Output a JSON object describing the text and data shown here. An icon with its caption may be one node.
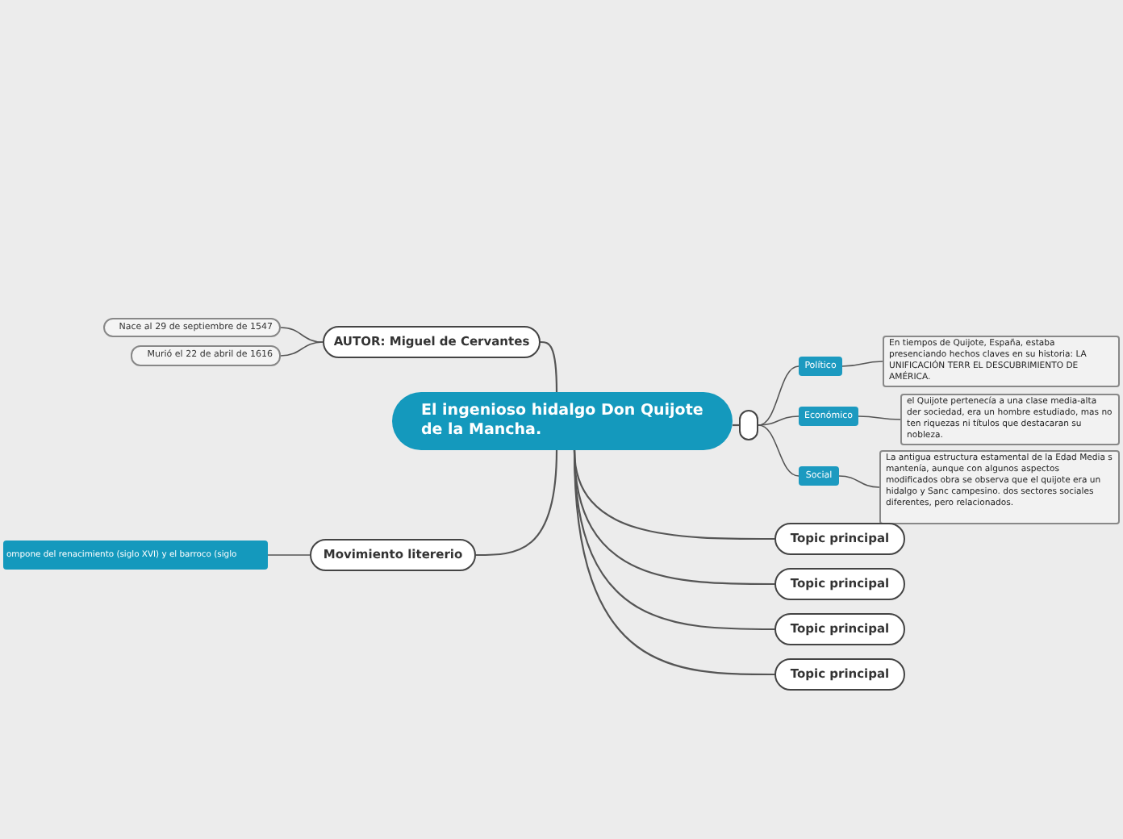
{
  "diagram": {
    "nodes": [
      {
        "text": [
          "El ingenioso hidalgo Don Quijote de la Mancha."
        ]
      },
      {
        "text": [
          "AUTOR: Miguel de Cervantes"
        ]
      },
      {
        "text": [
          "Nace al 29 de septiembre de 1547"
        ]
      },
      {
        "text": [
          "Murió el 22 de abril de 1616"
        ]
      },
      {
        "text": [
          "Movimiento litererio"
        ]
      },
      {
        "text": [
          "ompone del renacimiento (siglo XVI) y el barroco (siglo"
        ]
      },
      {
        "text": [],
        "shape": "box"
      },
      {
        "text": [
          "Político"
        ]
      },
      {
        "text": [
          "En tiempos de Quijote, España, estaba presenciando hechos claves en su historia: LA UNIFICACIÓN TERR EL DESCUBRIMIENTO DE AMÉRICA."
        ]
      },
      {
        "text": [
          "Económico"
        ]
      },
      {
        "text": [
          "el Quijote pertenecía a una clase media-alta der sociedad, era un hombre estudiado, mas no ten riquezas ni títulos que destacaran su nobleza."
        ]
      },
      {
        "text": [
          "Social"
        ]
      },
      {
        "text": [
          "La antigua estructura estamental de la Edad Media s mantenía, aunque con algunos aspectos modificados obra se observa que el quijote era un hidalgo y Sanc campesino. dos sectores sociales diferentes, pero relacionados."
        ]
      },
      {
        "text": [
          "Topic principal"
        ]
      },
      {
        "text": [
          "Topic principal"
        ]
      },
      {
        "text": [
          "Topic principal"
        ]
      },
      {
        "text": [
          "Topic principal"
        ]
      }
    ],
    "edges": [
      {
        "from": 0,
        "to": 1,
        "arrow": "none"
      },
      {
        "from": 1,
        "to": 2,
        "arrow": "none"
      },
      {
        "from": 1,
        "to": 3,
        "arrow": "none"
      },
      {
        "from": 0,
        "to": 4,
        "arrow": "none"
      },
      {
        "from": 4,
        "to": 5,
        "arrow": "none"
      },
      {
        "from": 0,
        "to": 6,
        "arrow": "none"
      },
      {
        "from": 6,
        "to": 7,
        "arrow": "none"
      },
      {
        "from": 6,
        "to": 9,
        "arrow": "none"
      },
      {
        "from": 6,
        "to": 11,
        "arrow": "none"
      },
      {
        "from": 7,
        "to": 8,
        "arrow": "none"
      },
      {
        "from": 9,
        "to": 10,
        "arrow": "none"
      },
      {
        "from": 11,
        "to": 12,
        "arrow": "none"
      },
      {
        "from": 0,
        "to": 13,
        "arrow": "none"
      },
      {
        "from": 0,
        "to": 14,
        "arrow": "none"
      },
      {
        "from": 0,
        "to": 15,
        "arrow": "none"
      },
      {
        "from": 0,
        "to": 16,
        "arrow": "none"
      }
    ]
  }
}
